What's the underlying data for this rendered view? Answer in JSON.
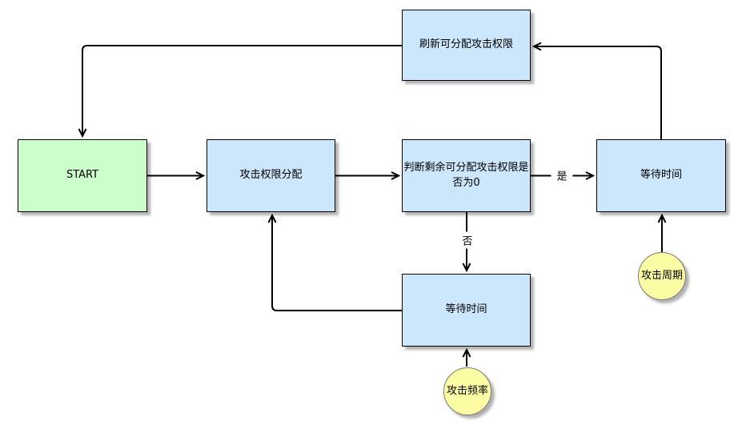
{
  "diagram": {
    "description": "attack-permission-allocation-flowchart",
    "colors": {
      "canvas_bg": "#ffffff",
      "process_fill": "#cce6fb",
      "process_border": "#000000",
      "start_fill": "#ccfecc",
      "start_border": "#000000",
      "param_fill": "#fcfca4",
      "param_border": "#7a7a7a",
      "arrow": "#000000",
      "text": "#000000"
    },
    "nodes": [
      {
        "id": "start",
        "type": "start",
        "label": "START"
      },
      {
        "id": "assign",
        "type": "process",
        "label": "攻击权限分配"
      },
      {
        "id": "judge",
        "type": "process",
        "label": "判断剩余可分配攻击权限是否为0"
      },
      {
        "id": "wait-right",
        "type": "process",
        "label": "等待时间"
      },
      {
        "id": "refresh",
        "type": "process",
        "label": "刷新可分配攻击权限"
      },
      {
        "id": "wait-bottom",
        "type": "process",
        "label": "等待时间"
      },
      {
        "id": "cycle",
        "type": "parameter",
        "label": "攻击周期"
      },
      {
        "id": "frequency",
        "type": "parameter",
        "label": "攻击频率"
      }
    ],
    "edge_labels": {
      "yes": "是",
      "no": "否"
    },
    "edges": [
      {
        "from": "start",
        "to": "assign",
        "label": ""
      },
      {
        "from": "assign",
        "to": "judge",
        "label": ""
      },
      {
        "from": "judge",
        "to": "wait-right",
        "label": "是"
      },
      {
        "from": "judge",
        "to": "wait-bottom",
        "label": "否"
      },
      {
        "from": "wait-right",
        "to": "refresh",
        "label": ""
      },
      {
        "from": "refresh",
        "to": "start",
        "label": ""
      },
      {
        "from": "wait-bottom",
        "to": "assign",
        "label": ""
      },
      {
        "from": "cycle",
        "to": "wait-right",
        "label": ""
      },
      {
        "from": "frequency",
        "to": "wait-bottom",
        "label": ""
      }
    ]
  }
}
